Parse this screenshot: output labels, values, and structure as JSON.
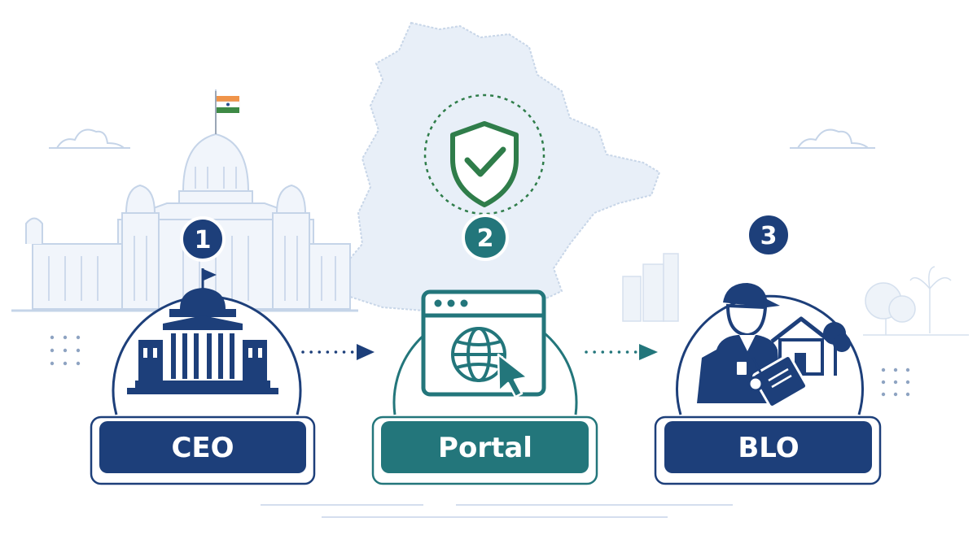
{
  "steps": [
    {
      "number": "1",
      "label": "CEO",
      "icon": "government-building-icon",
      "color": "#1d3f7a"
    },
    {
      "number": "2",
      "label": "Portal",
      "icon": "web-portal-globe-icon",
      "color": "#23767b"
    },
    {
      "number": "3",
      "label": "BLO",
      "icon": "field-officer-icon",
      "color": "#1d3f7a"
    }
  ],
  "badge": {
    "icon": "verified-shield-icon",
    "color": "#2f7d4a"
  },
  "background": {
    "map_icon": "state-map-outline",
    "building_icon": "legislature-building-sketch",
    "flag_icon": "india-flag-icon"
  },
  "colors": {
    "navy": "#1d3f7a",
    "teal": "#23767b",
    "sketch": "#c5d4e8",
    "map_fill": "#e8eff8"
  }
}
